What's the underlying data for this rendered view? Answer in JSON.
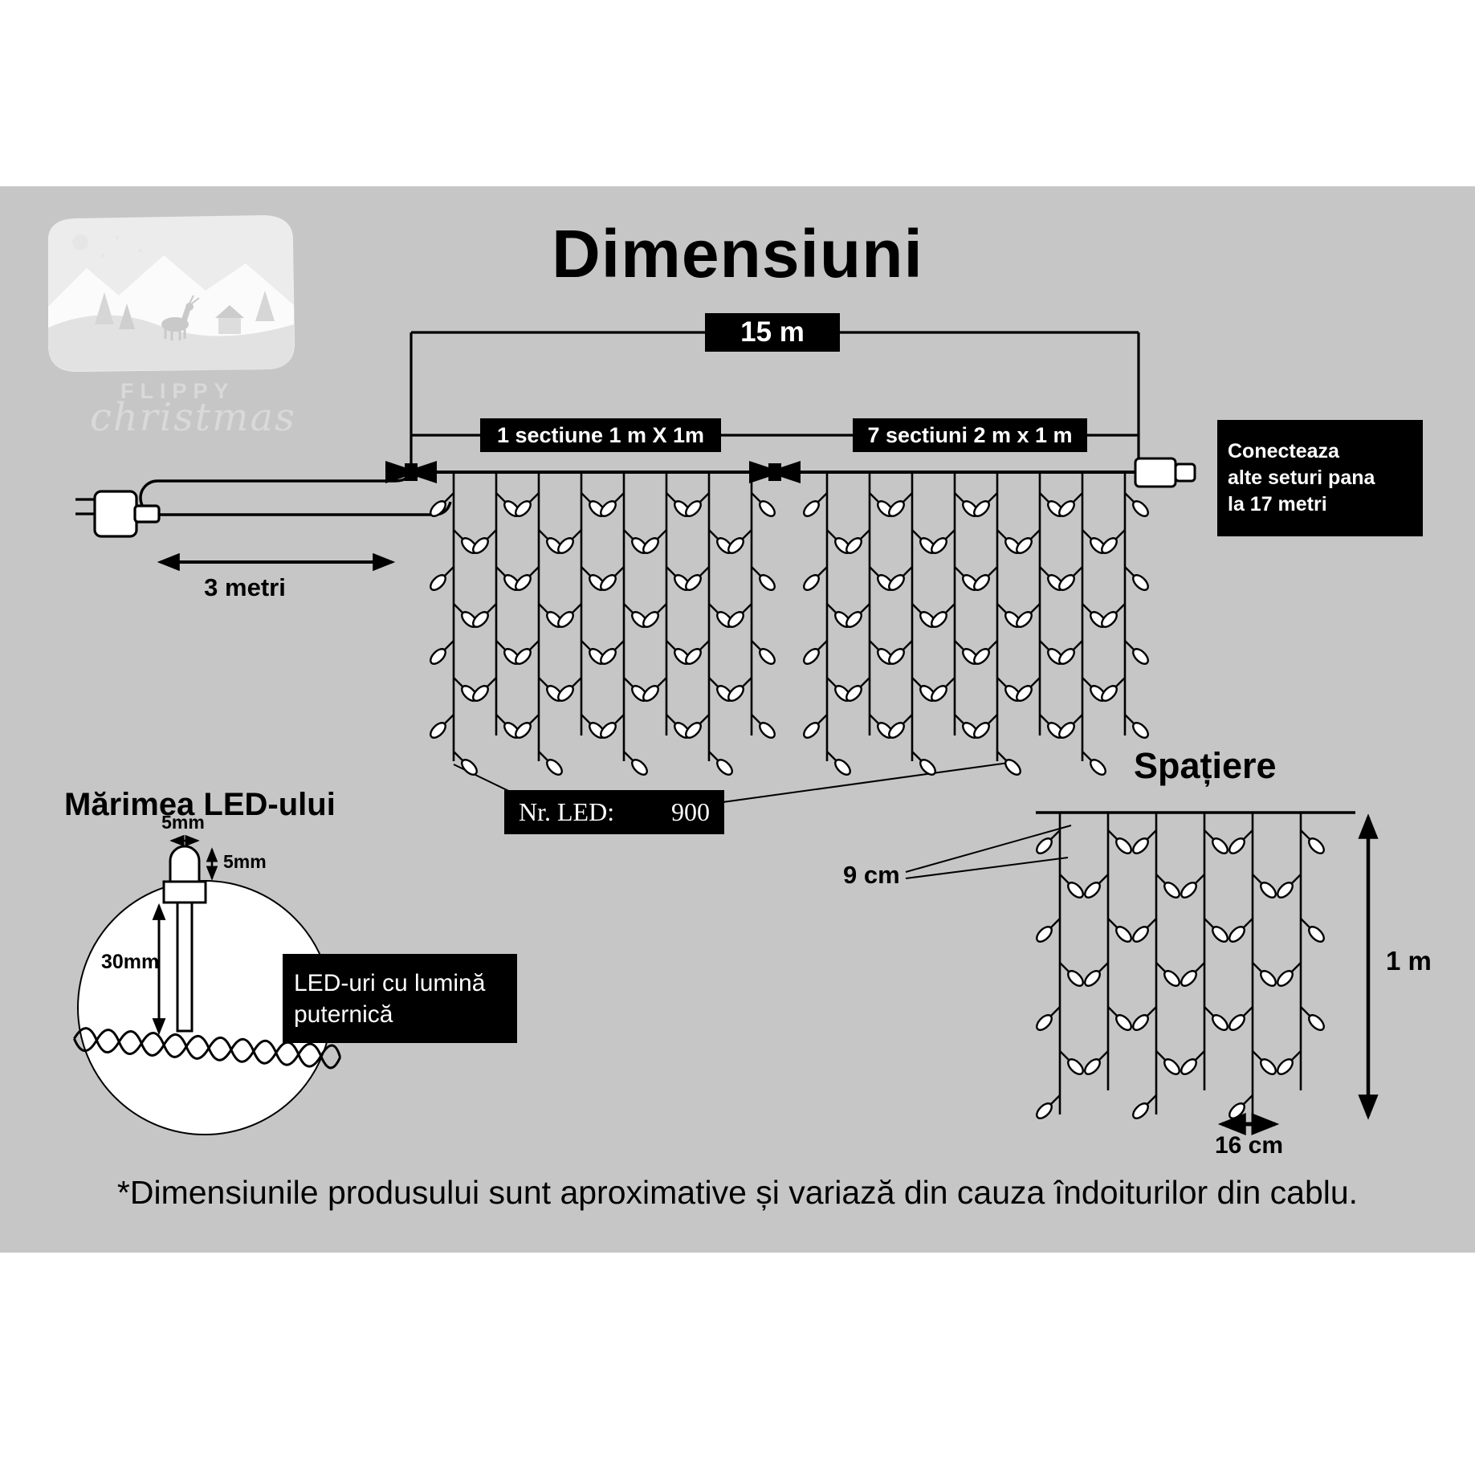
{
  "page": {
    "title": "Dimensiuni",
    "disclaimer": "*Dimensiunile produsului sunt aproximative și variază din cauza îndoiturilor din cablu."
  },
  "logo": {
    "brand": "FLIPPY",
    "script": "christmas"
  },
  "colors": {
    "band_gray": "#c6c6c6",
    "box_bg": "#000000",
    "box_text": "#ffffff"
  },
  "measurements": {
    "total_length": "15 m",
    "section_left": "1 sectiune 1 m X 1m",
    "section_right": "7 sectiuni 2 m x 1 m",
    "lead_length": "3 metri",
    "connect_lines": [
      "Conecteaza",
      "alte seturi pana",
      "la 17 metri"
    ]
  },
  "led_count": {
    "label": "Nr. LED:",
    "value": "900"
  },
  "spacing": {
    "title": "Spațiere",
    "led_gap": "9 cm",
    "drop_height": "1 m",
    "strand_gap": "16 cm"
  },
  "led_size": {
    "title": "Mărimea LED-ului",
    "head_width": "5mm",
    "head_height": "5mm",
    "body_height": "30mm",
    "note_lines": [
      "LED-uri cu lumină",
      "puternică"
    ]
  }
}
